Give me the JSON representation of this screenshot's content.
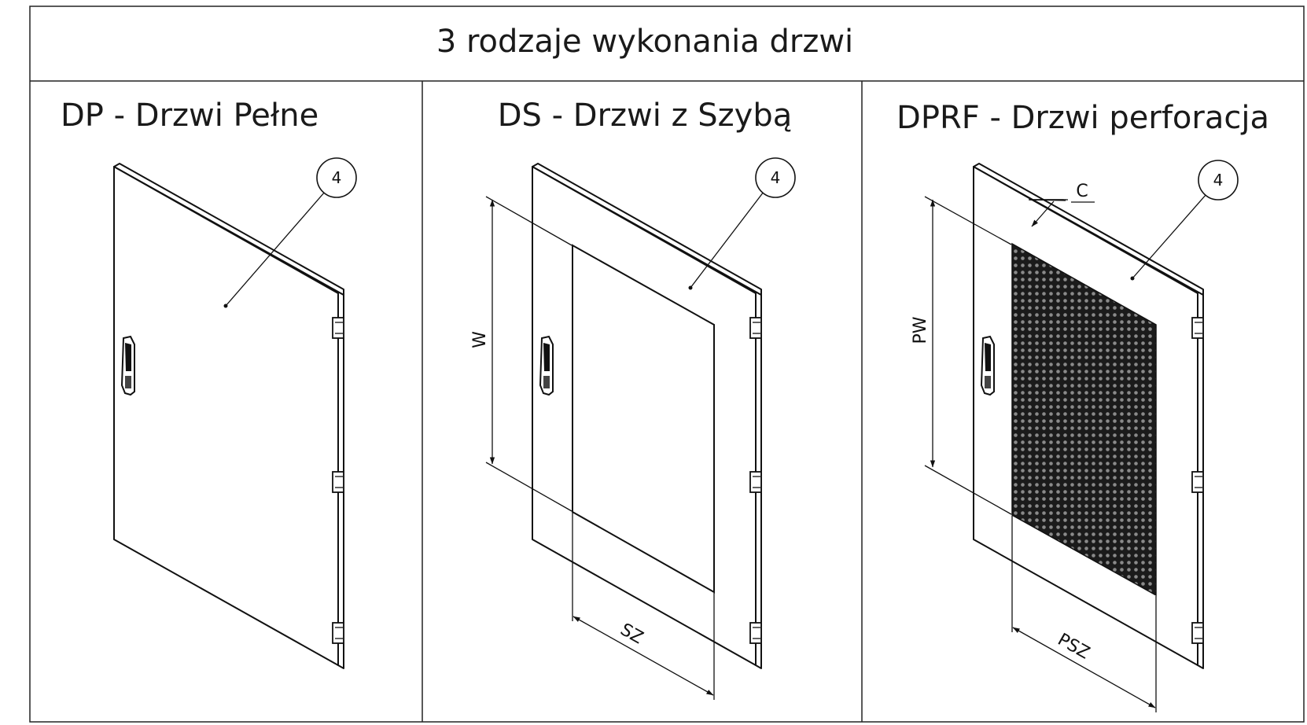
{
  "table": {
    "title": "3 rodzaje wykonania drzwi",
    "panels": [
      {
        "heading": "DP - Drzwi Pełne",
        "balloon": "4"
      },
      {
        "heading": "DS - Drzwi z Szybą",
        "balloon": "4",
        "dim_height": "W",
        "dim_width": "SZ"
      },
      {
        "heading": "DPRF - Drzwi perforacja",
        "balloon": "4",
        "detail": "C",
        "dim_height": "PW",
        "dim_width": "PSZ"
      }
    ]
  }
}
